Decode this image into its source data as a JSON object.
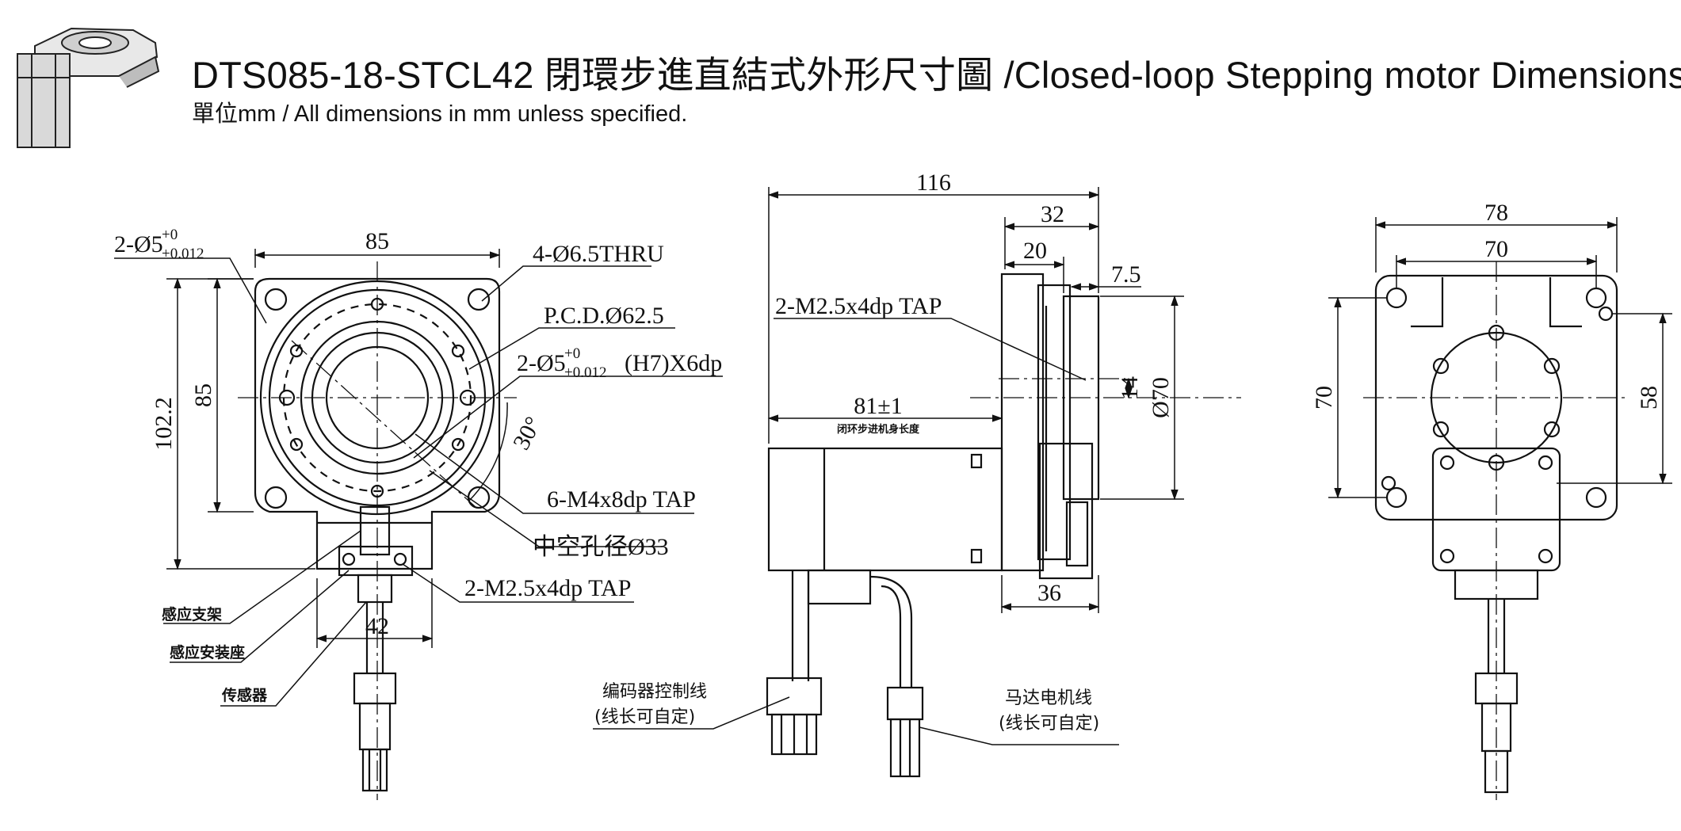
{
  "header": {
    "title": "DTS085-18-STCL42 閉環步進直結式外形尺寸圖  /Closed-loop Stepping motor Dimensions",
    "subtitle": "單位mm / All dimensions in mm unless specified."
  },
  "front_view": {
    "pin_hole_top_main": "2-Ø5",
    "pin_hole_top_tol_upper": "+0",
    "pin_hole_top_tol_lower": "+0.012",
    "width": "85",
    "thru_holes": "4-Ø6.5THRU",
    "pcd": "P.C.D.Ø62.5",
    "pin_holes_main": "2-Ø5",
    "pin_holes_tol_upper": "+0",
    "pin_holes_tol_lower": "+0.012",
    "pin_holes_suffix": "(H7)X6dp",
    "angle": "30°",
    "height_total": "102.2",
    "height_square": "85",
    "tapped_holes": "6-M4x8dp TAP",
    "hollow_bore": "中空孔径Ø33",
    "sensor_tap": "2-M2.5x4dp TAP",
    "sensor_width": "42",
    "label_sensor_bracket": "感应支架",
    "label_sensor_mount": "感应安装座",
    "label_sensor": "传感器"
  },
  "side_view": {
    "total_length": "116",
    "flange_depth": "32",
    "table_depth": "20",
    "offset": "7.5",
    "top_tap": "2-M2.5x4dp TAP",
    "motor_length": "81±1",
    "motor_length_note": "闭环步进机身长度",
    "base_depth": "36",
    "center_offset": "14",
    "diameter": "Ø70",
    "encoder_cable_line1": "编码器控制线",
    "encoder_cable_line2": "(线长可自定)",
    "motor_cable_line1": "马达电机线",
    "motor_cable_line2": "(线长可自定)"
  },
  "rear_view": {
    "width_outer": "78",
    "width_inner": "70",
    "height_left": "70",
    "height_right": "58"
  }
}
